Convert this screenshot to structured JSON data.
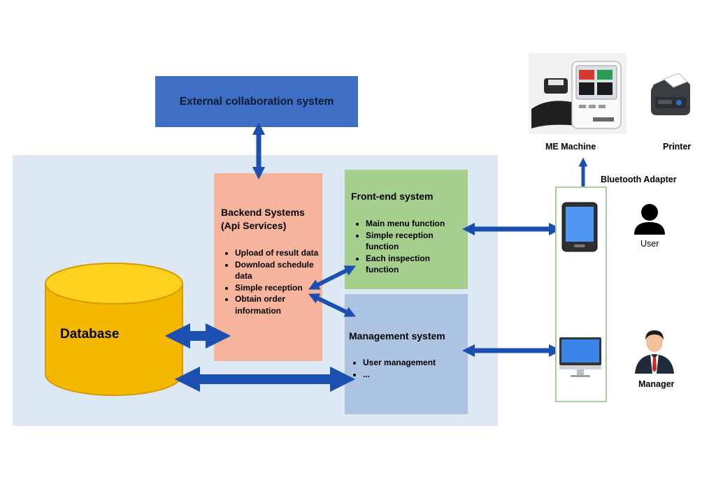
{
  "external": {
    "title": "External collaboration system"
  },
  "backend": {
    "title": "Backend Systems\n (Api Services)",
    "items": [
      "Upload of result data",
      "Download schedule data",
      "Simple reception",
      "Obtain order information"
    ]
  },
  "frontend": {
    "title": "Front-end system",
    "items": [
      "Main menu function",
      "Simple reception function",
      "Each inspection function"
    ]
  },
  "management": {
    "title": "Management system",
    "items": [
      "User management",
      "..."
    ]
  },
  "database": {
    "label": "Database"
  },
  "devices": {
    "me_machine": "ME Machine",
    "printer": "Printer",
    "bluetooth": "Bluetooth Adapter",
    "user": "User",
    "manager": "Manager"
  },
  "colors": {
    "arrow": "#1b4fb0",
    "external": "#3f6fc4",
    "backend": "#f5b49b",
    "frontend": "#a4cf8c",
    "management": "#adc3e2",
    "database": "#f5b800",
    "main_background": "#dde8f5"
  }
}
